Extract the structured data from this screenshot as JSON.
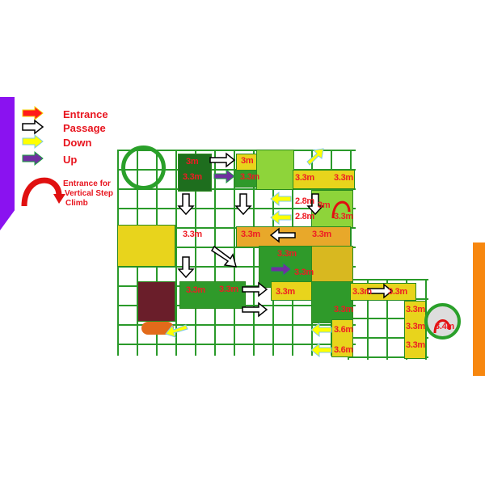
{
  "legend": {
    "items": [
      {
        "label": "Entrance",
        "icon": "red-arrow-icon",
        "color": "#ff1a1a"
      },
      {
        "label": "Passage",
        "icon": "white-arrow-icon",
        "color": "#ffffff"
      },
      {
        "label": "Down",
        "icon": "yellow-arrow-icon",
        "color": "#ffff00"
      },
      {
        "label": "Up",
        "icon": "purple-arrow-icon",
        "color": "#7030a0"
      }
    ],
    "vertical_climb": {
      "line1": "Entrance for",
      "line2": "Vertical Step",
      "line3": "Climb",
      "icon": "curved-red-arrow-icon"
    }
  },
  "heights": [
    "3m",
    "3.3m",
    "3m",
    "3.3m",
    "3.3m",
    "3.3m",
    "2.8m",
    "3m",
    "2.8m",
    "3.3m",
    "3.3m",
    "3.3m",
    "3.3m",
    "3.3m",
    "3.3m",
    "3.3m",
    "3.3m",
    "3.3m",
    "3.3m",
    "3.6m",
    "3.6m",
    "3.3m",
    "3.3m",
    "3.3m",
    "3.3m",
    "3.4m",
    "3.3m"
  ],
  "colors": {
    "left_tab": "#8a12f0",
    "right_tab": "#f7870f",
    "label": "#ee1c24"
  }
}
